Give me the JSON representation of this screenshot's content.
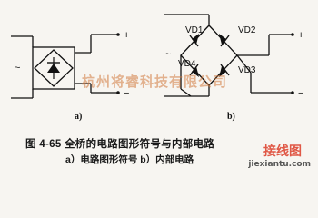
{
  "figure": {
    "subfigure_a_label": "a)",
    "subfigure_b_label": "b)",
    "terminal_plus": "+",
    "terminal_minus": "−",
    "ac_symbol": "~",
    "diodes": [
      "VD1",
      "VD2",
      "VD3",
      "VD4"
    ]
  },
  "caption": {
    "title": "图 4-65   全桥的电路图形符号与内部电路",
    "subtitle": "a）电路图形符号  b）内部电路"
  },
  "watermark": {
    "main": "杭州将睿科技有限公司",
    "logo": "接线图",
    "url": "jiexiantu.com"
  }
}
